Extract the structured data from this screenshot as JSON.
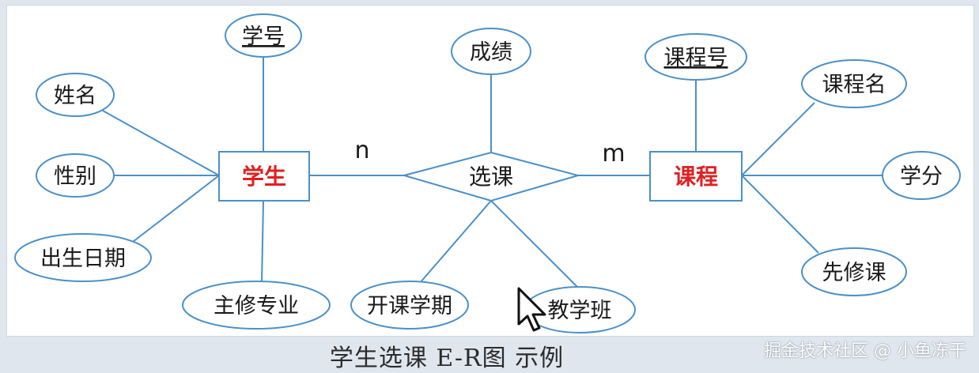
{
  "entities": [
    {
      "id": "student",
      "label": "学生"
    },
    {
      "id": "course",
      "label": "课程"
    }
  ],
  "relationship": {
    "id": "enroll",
    "label": "选课"
  },
  "cardinality": {
    "left": "n",
    "right": "m"
  },
  "attributes": [
    {
      "id": "student_id",
      "label": "学号",
      "underlined": true
    },
    {
      "id": "name",
      "label": "姓名",
      "underlined": false
    },
    {
      "id": "gender",
      "label": "性别",
      "underlined": false
    },
    {
      "id": "birthdate",
      "label": "出生日期",
      "underlined": false
    },
    {
      "id": "major",
      "label": "主修专业",
      "underlined": false
    },
    {
      "id": "score",
      "label": "成绩",
      "underlined": false
    },
    {
      "id": "semester",
      "label": "开课学期",
      "underlined": false
    },
    {
      "id": "class",
      "label": "教学班",
      "underlined": false
    },
    {
      "id": "course_id",
      "label": "课程号",
      "underlined": true
    },
    {
      "id": "course_name",
      "label": "课程名",
      "underlined": false
    },
    {
      "id": "credit",
      "label": "学分",
      "underlined": false
    },
    {
      "id": "prereq",
      "label": "先修课",
      "underlined": false
    }
  ],
  "caption": "学生选课 E-R图 示例",
  "watermark": "掘金技术社区 @ 小鱼冻干",
  "colors": {
    "stroke": "#4a90c8",
    "entity_text": "#e02020",
    "text": "#1a1a1a",
    "background": "#ffffff"
  }
}
